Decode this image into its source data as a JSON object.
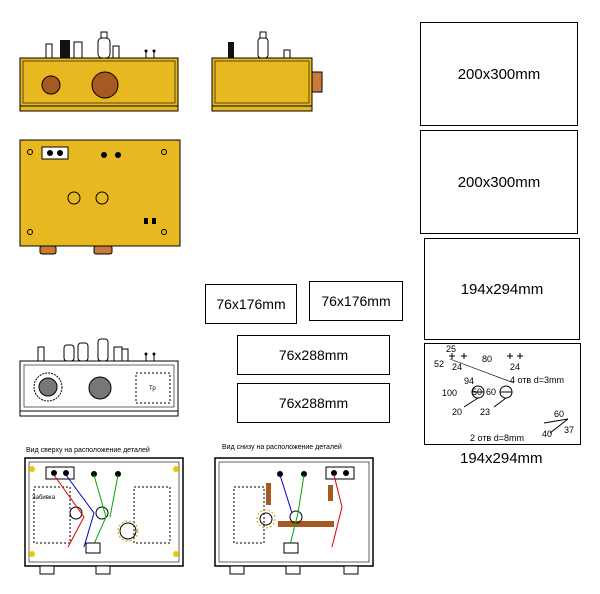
{
  "colors": {
    "case": "#e8b820",
    "wood": "#c87a3a",
    "knob": "#a65a22",
    "line": "#000000"
  },
  "panels": [
    {
      "id": "p1",
      "label": "200x300mm"
    },
    {
      "id": "p2",
      "label": "200x300mm"
    },
    {
      "id": "p3",
      "label": "194x294mm"
    },
    {
      "id": "s1",
      "label": "76x176mm"
    },
    {
      "id": "s2",
      "label": "76x176mm"
    },
    {
      "id": "s3",
      "label": "76x288mm"
    },
    {
      "id": "s4",
      "label": "76x288mm"
    }
  ],
  "drill": {
    "caption": "194x294mm",
    "dims": [
      "25",
      "52",
      "24",
      "80",
      "24",
      "94",
      "100",
      "50",
      "60",
      "20",
      "23",
      "60",
      "40",
      "37"
    ],
    "holes_4": "4 отв d=3mm",
    "holes_2": "2 отв d=8mm"
  },
  "layout_views": {
    "top_caption": "Вид сверху на расположение деталей",
    "bottom_caption": "Вид снизу на расположение деталей",
    "fuse_label": "Забивка"
  },
  "front_outline": {
    "transformer_label": "Тр"
  }
}
